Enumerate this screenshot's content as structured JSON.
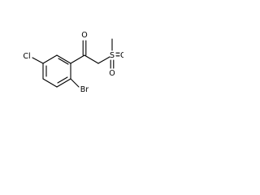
{
  "molecule": {
    "atoms": {
      "oxygen_carbonyl": "O",
      "sulfur": "S",
      "oxygen_sulfonyl_1": "O",
      "oxygen_sulfonyl_2": "O",
      "chlorine": "Cl",
      "bromine": "Br"
    },
    "colors": {
      "bond": "#000000",
      "label": "#000000",
      "background": "#ffffff"
    }
  }
}
